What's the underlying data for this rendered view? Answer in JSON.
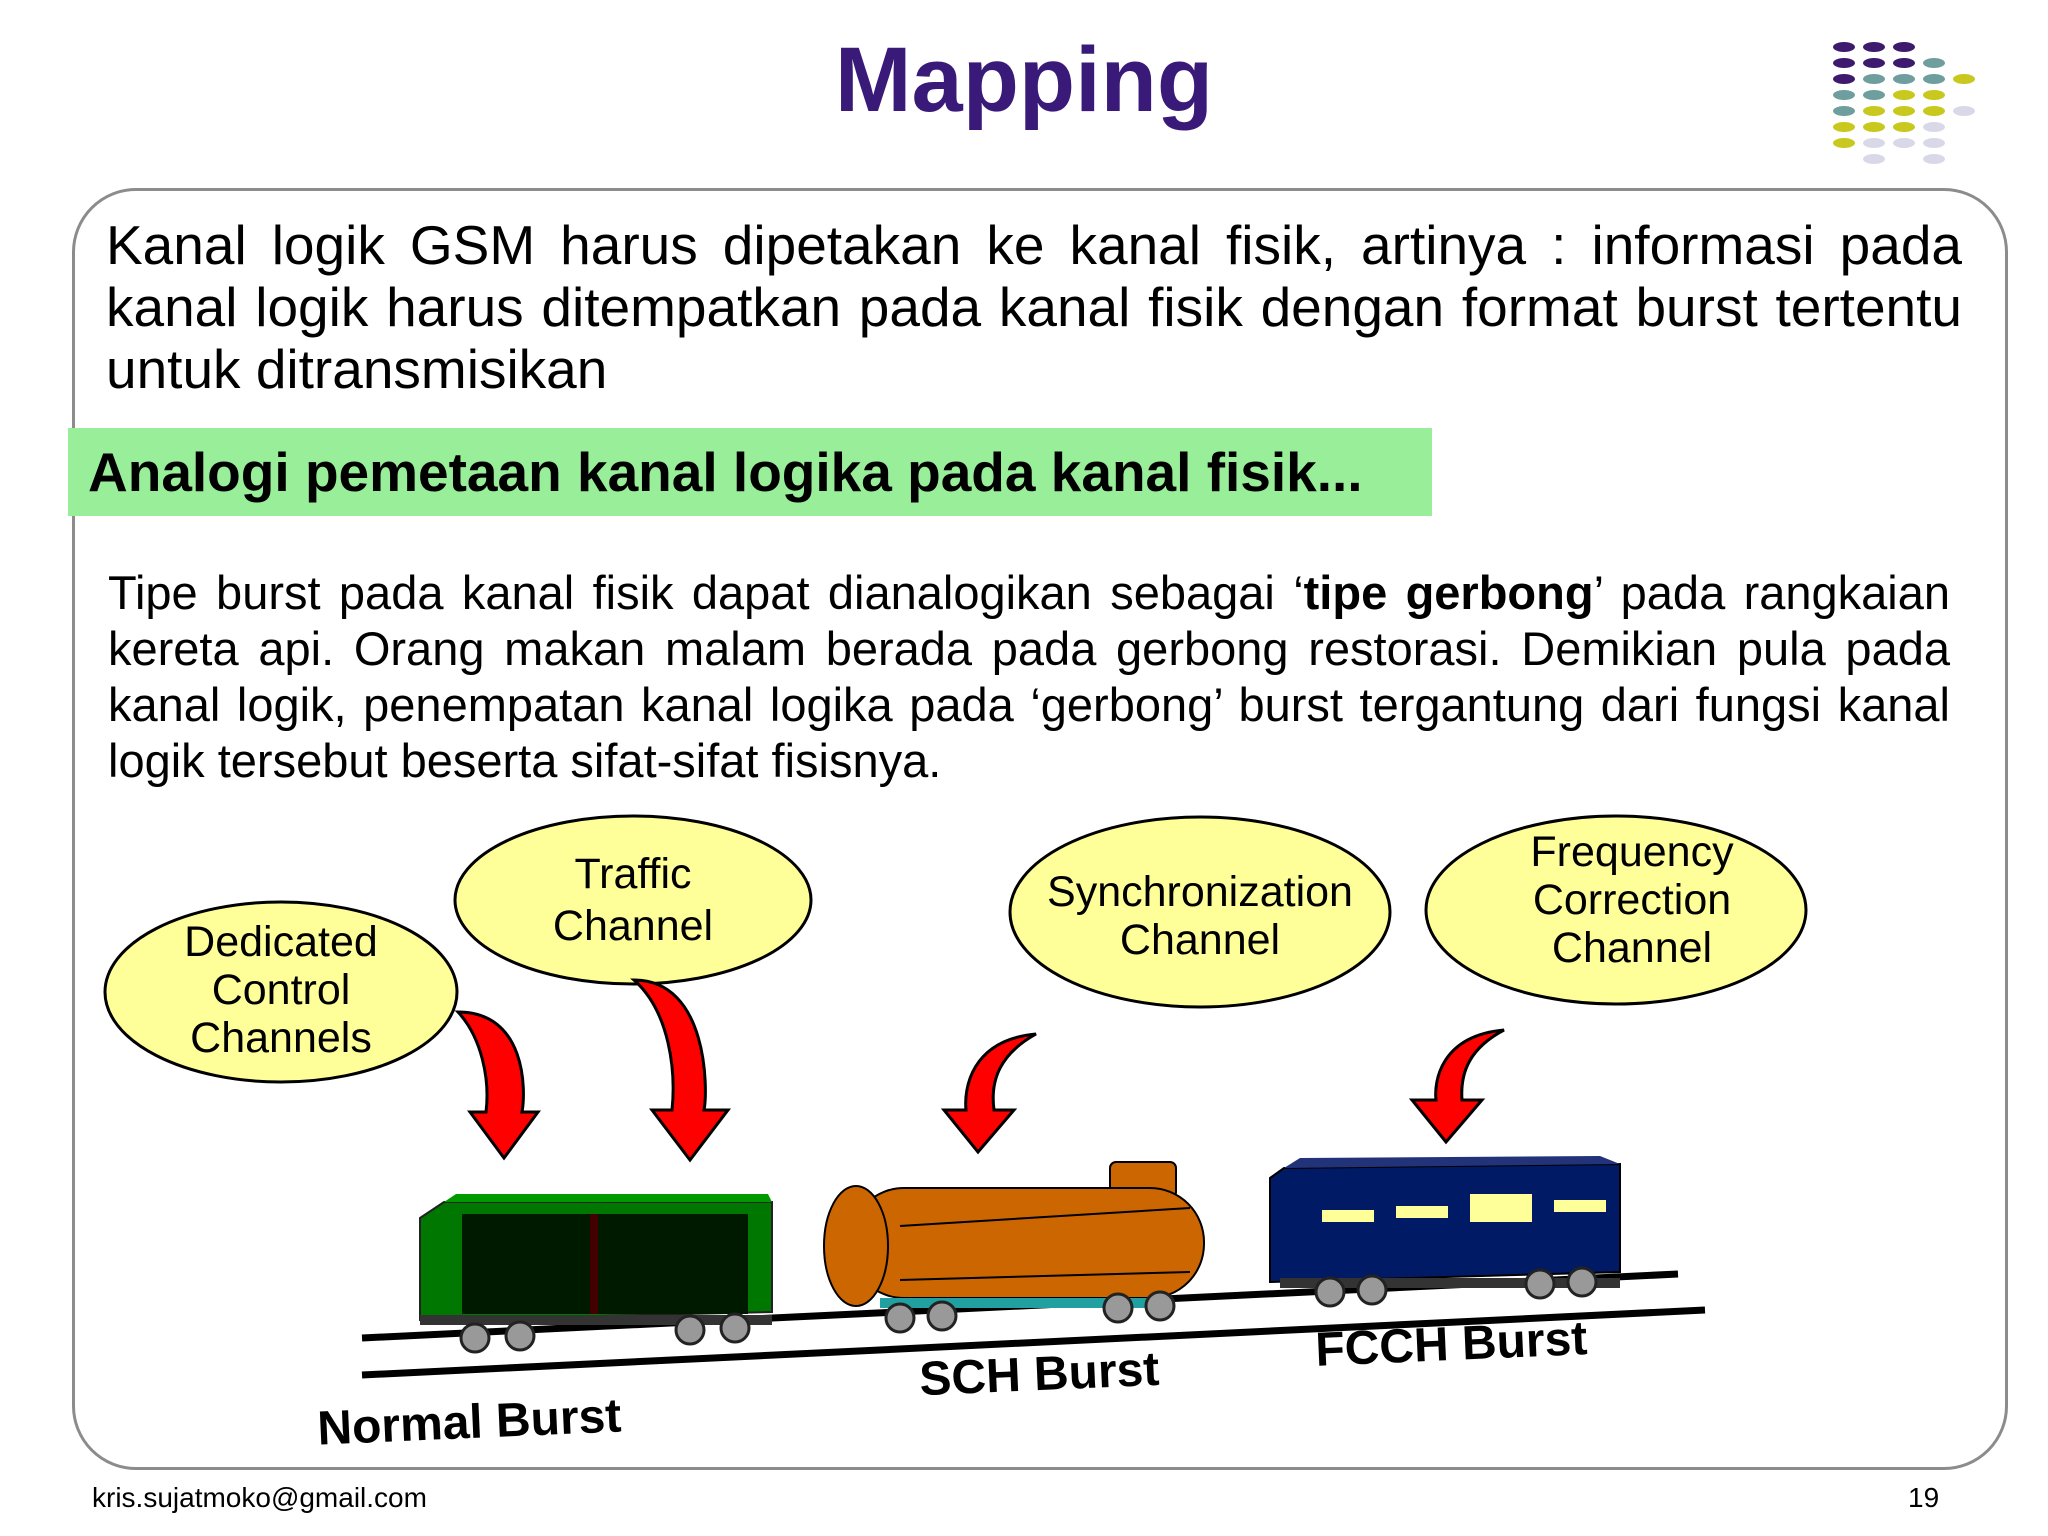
{
  "slide": {
    "title": "Mapping",
    "intro": "Kanal logik GSM harus dipetakan ke kanal fisik, artinya : informasi pada kanal logik harus ditempatkan pada kanal fisik dengan format burst tertentu  untuk ditransmisikan",
    "highlight": "Analogi pemetaan kanal logika pada kanal fisik...",
    "analogy": {
      "part1": "Tipe burst pada kanal fisik dapat dianalogikan  sebagai ‘",
      "bold": "tipe gerbong",
      "part2": "’ pada rangkaian kereta api. Orang makan malam berada pada gerbong restorasi. Demikian pula pada kanal logik, penempatan kanal logika pada ‘gerbong’ burst tergantung dari fungsi kanal logik tersebut beserta sifat-sifat fisisnya."
    }
  },
  "diagram": {
    "channels": [
      {
        "line1": "Dedicated",
        "line2": "Control",
        "line3": "Channels"
      },
      {
        "line1": "Traffic",
        "line2": "Channel"
      },
      {
        "line1": "Synchronization",
        "line2": "Channel"
      },
      {
        "line1": "Frequency",
        "line2": "Correction",
        "line3": "Channel"
      }
    ],
    "bursts": [
      "Normal Burst",
      "SCH Burst",
      "FCCH Burst"
    ],
    "colors": {
      "bubble": "#ffff99",
      "arrow": "#ff0000",
      "boxcar": "#007700",
      "tanker": "#cc6600",
      "coach": "#001a66",
      "highlight": "#99ee99",
      "title": "#3a1a78"
    }
  },
  "footer": {
    "email": "kris.sujatmoko@gmail.com",
    "page": "19"
  }
}
